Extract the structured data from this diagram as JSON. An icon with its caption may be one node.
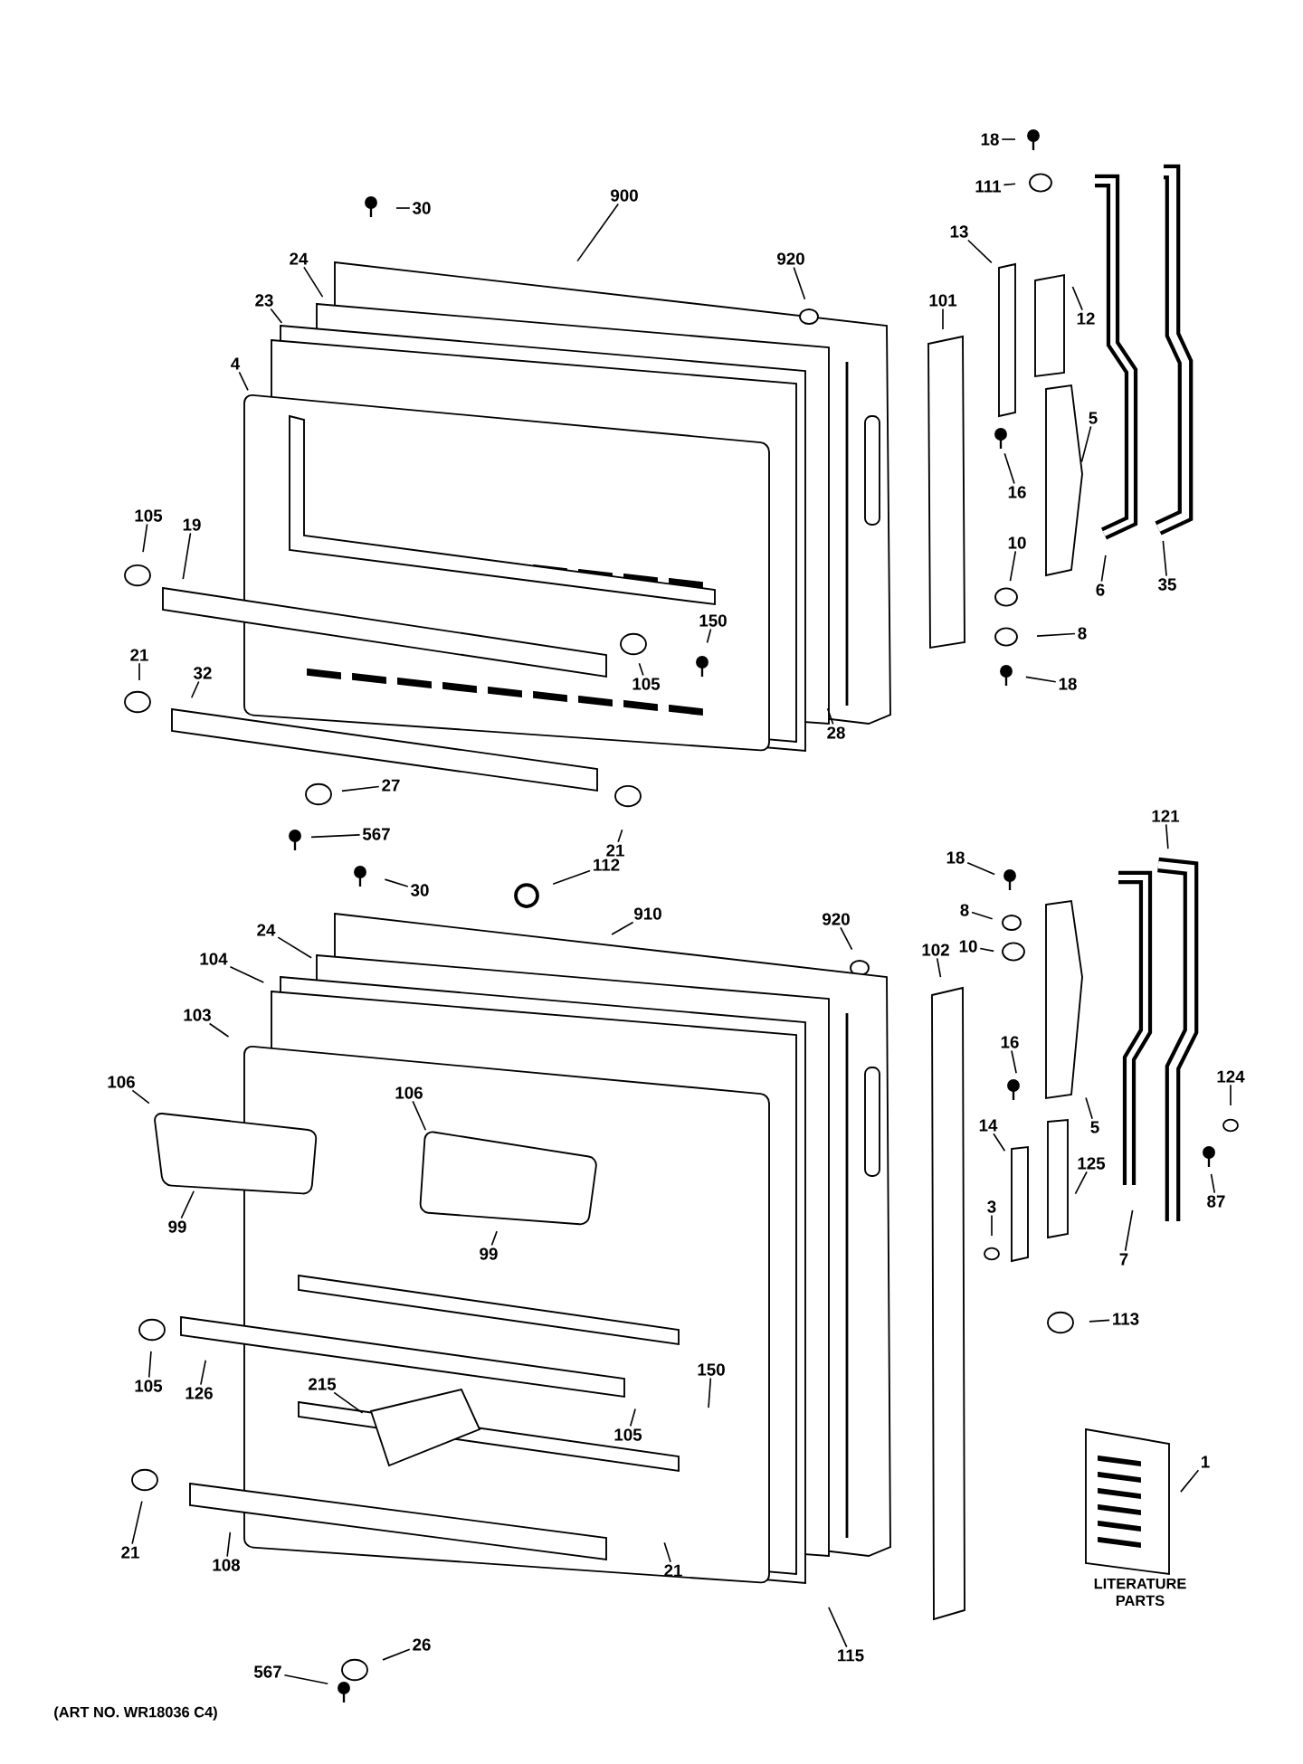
{
  "diagram": {
    "nodes": [
      {
        "text": [
          "30"
        ]
      },
      {
        "text": [
          "900"
        ]
      },
      {
        "text": [
          "920"
        ]
      },
      {
        "text": [
          "24"
        ]
      },
      {
        "text": [
          "23"
        ]
      },
      {
        "text": [
          "4"
        ]
      },
      {
        "text": [
          "105"
        ]
      },
      {
        "text": [
          "19"
        ]
      },
      {
        "text": [
          "21"
        ]
      },
      {
        "text": [
          "32"
        ]
      },
      {
        "text": [
          "150"
        ]
      },
      {
        "text": [
          "105"
        ]
      },
      {
        "text": [
          "28"
        ]
      },
      {
        "text": [
          "27"
        ]
      },
      {
        "text": [
          "567"
        ]
      },
      {
        "text": [
          "21"
        ]
      },
      {
        "text": [
          "112"
        ]
      },
      {
        "text": [
          "18"
        ]
      },
      {
        "text": [
          "111"
        ]
      },
      {
        "text": [
          "13"
        ]
      },
      {
        "text": [
          "12"
        ]
      },
      {
        "text": [
          "101"
        ]
      },
      {
        "text": [
          "5"
        ]
      },
      {
        "text": [
          "16"
        ]
      },
      {
        "text": [
          "10"
        ]
      },
      {
        "text": [
          "6"
        ]
      },
      {
        "text": [
          "35"
        ]
      },
      {
        "text": [
          "8"
        ]
      },
      {
        "text": [
          "18"
        ]
      },
      {
        "text": [
          "30"
        ]
      },
      {
        "text": [
          "910"
        ]
      },
      {
        "text": [
          "920"
        ]
      },
      {
        "text": [
          "24"
        ]
      },
      {
        "text": [
          "104"
        ]
      },
      {
        "text": [
          "103"
        ]
      },
      {
        "text": [
          "106"
        ]
      },
      {
        "text": [
          "106"
        ]
      },
      {
        "text": [
          "99"
        ]
      },
      {
        "text": [
          "99"
        ]
      },
      {
        "text": [
          "105"
        ]
      },
      {
        "text": [
          "126"
        ]
      },
      {
        "text": [
          "215"
        ]
      },
      {
        "text": [
          "150"
        ]
      },
      {
        "text": [
          "105"
        ]
      },
      {
        "text": [
          "21"
        ]
      },
      {
        "text": [
          "108"
        ]
      },
      {
        "text": [
          "21"
        ]
      },
      {
        "text": [
          "115"
        ]
      },
      {
        "text": [
          "26"
        ]
      },
      {
        "text": [
          "567"
        ]
      },
      {
        "text": [
          "18"
        ]
      },
      {
        "text": [
          "8"
        ]
      },
      {
        "text": [
          "10"
        ]
      },
      {
        "text": [
          "102"
        ]
      },
      {
        "text": [
          "16"
        ]
      },
      {
        "text": [
          "5"
        ]
      },
      {
        "text": [
          "14"
        ]
      },
      {
        "text": [
          "125"
        ]
      },
      {
        "text": [
          "3"
        ]
      },
      {
        "text": [
          "7"
        ]
      },
      {
        "text": [
          "121"
        ]
      },
      {
        "text": [
          "124"
        ]
      },
      {
        "text": [
          "87"
        ]
      },
      {
        "text": [
          "113"
        ]
      },
      {
        "text": [
          "1"
        ]
      }
    ],
    "edges": [
      {
        "from": 0,
        "to": null,
        "arrow": "none"
      },
      {
        "from": 1,
        "to": null,
        "arrow": "none"
      },
      {
        "from": 2,
        "to": null,
        "arrow": "none"
      },
      {
        "from": 3,
        "to": null,
        "arrow": "none"
      },
      {
        "from": 4,
        "to": null,
        "arrow": "none"
      },
      {
        "from": 5,
        "to": null,
        "arrow": "none"
      },
      {
        "from": 6,
        "to": null,
        "arrow": "none"
      },
      {
        "from": 7,
        "to": null,
        "arrow": "none"
      },
      {
        "from": 8,
        "to": null,
        "arrow": "none"
      },
      {
        "from": 9,
        "to": null,
        "arrow": "none"
      },
      {
        "from": 10,
        "to": null,
        "arrow": "none"
      },
      {
        "from": 11,
        "to": null,
        "arrow": "none"
      },
      {
        "from": 12,
        "to": null,
        "arrow": "none"
      },
      {
        "from": 13,
        "to": null,
        "arrow": "none"
      },
      {
        "from": 14,
        "to": null,
        "arrow": "none"
      },
      {
        "from": 15,
        "to": null,
        "arrow": "none"
      },
      {
        "from": 16,
        "to": null,
        "arrow": "none"
      },
      {
        "from": 17,
        "to": null,
        "arrow": "none"
      },
      {
        "from": 18,
        "to": null,
        "arrow": "none"
      },
      {
        "from": 19,
        "to": null,
        "arrow": "none"
      },
      {
        "from": 20,
        "to": null,
        "arrow": "none"
      },
      {
        "from": 21,
        "to": null,
        "arrow": "none"
      },
      {
        "from": 22,
        "to": null,
        "arrow": "none"
      },
      {
        "from": 23,
        "to": null,
        "arrow": "none"
      },
      {
        "from": 24,
        "to": null,
        "arrow": "none"
      },
      {
        "from": 25,
        "to": null,
        "arrow": "none"
      },
      {
        "from": 26,
        "to": null,
        "arrow": "none"
      },
      {
        "from": 27,
        "to": null,
        "arrow": "none"
      },
      {
        "from": 28,
        "to": null,
        "arrow": "none"
      },
      {
        "from": 29,
        "to": null,
        "arrow": "none"
      },
      {
        "from": 30,
        "to": null,
        "arrow": "none"
      },
      {
        "from": 31,
        "to": null,
        "arrow": "none"
      },
      {
        "from": 32,
        "to": null,
        "arrow": "none"
      },
      {
        "from": 33,
        "to": null,
        "arrow": "none"
      },
      {
        "from": 34,
        "to": null,
        "arrow": "none"
      },
      {
        "from": 35,
        "to": null,
        "arrow": "none"
      },
      {
        "from": 36,
        "to": null,
        "arrow": "none"
      },
      {
        "from": 37,
        "to": null,
        "arrow": "none"
      },
      {
        "from": 38,
        "to": null,
        "arrow": "none"
      },
      {
        "from": 39,
        "to": null,
        "arrow": "none"
      },
      {
        "from": 40,
        "to": null,
        "arrow": "none"
      },
      {
        "from": 41,
        "to": null,
        "arrow": "none"
      },
      {
        "from": 42,
        "to": null,
        "arrow": "none"
      },
      {
        "from": 43,
        "to": null,
        "arrow": "none"
      },
      {
        "from": 44,
        "to": null,
        "arrow": "none"
      },
      {
        "from": 45,
        "to": null,
        "arrow": "none"
      },
      {
        "from": 46,
        "to": null,
        "arrow": "none"
      },
      {
        "from": 47,
        "to": null,
        "arrow": "none"
      },
      {
        "from": 48,
        "to": null,
        "arrow": "none"
      },
      {
        "from": 49,
        "to": null,
        "arrow": "none"
      },
      {
        "from": 50,
        "to": null,
        "arrow": "none"
      },
      {
        "from": 51,
        "to": null,
        "arrow": "none"
      },
      {
        "from": 52,
        "to": null,
        "arrow": "none"
      },
      {
        "from": 53,
        "to": null,
        "arrow": "none"
      },
      {
        "from": 54,
        "to": null,
        "arrow": "none"
      },
      {
        "from": 55,
        "to": null,
        "arrow": "none"
      },
      {
        "from": 56,
        "to": null,
        "arrow": "none"
      },
      {
        "from": 57,
        "to": null,
        "arrow": "none"
      },
      {
        "from": 58,
        "to": null,
        "arrow": "none"
      },
      {
        "from": 59,
        "to": null,
        "arrow": "none"
      },
      {
        "from": 60,
        "to": null,
        "arrow": "none"
      },
      {
        "from": 61,
        "to": null,
        "arrow": "none"
      },
      {
        "from": 62,
        "to": null,
        "arrow": "none"
      },
      {
        "from": 63,
        "to": null,
        "arrow": "none"
      },
      {
        "from": 64,
        "to": null,
        "arrow": "none"
      }
    ],
    "labels": [
      "LITERATURE PARTS",
      "(ART NO. WR18036 C4)"
    ]
  }
}
